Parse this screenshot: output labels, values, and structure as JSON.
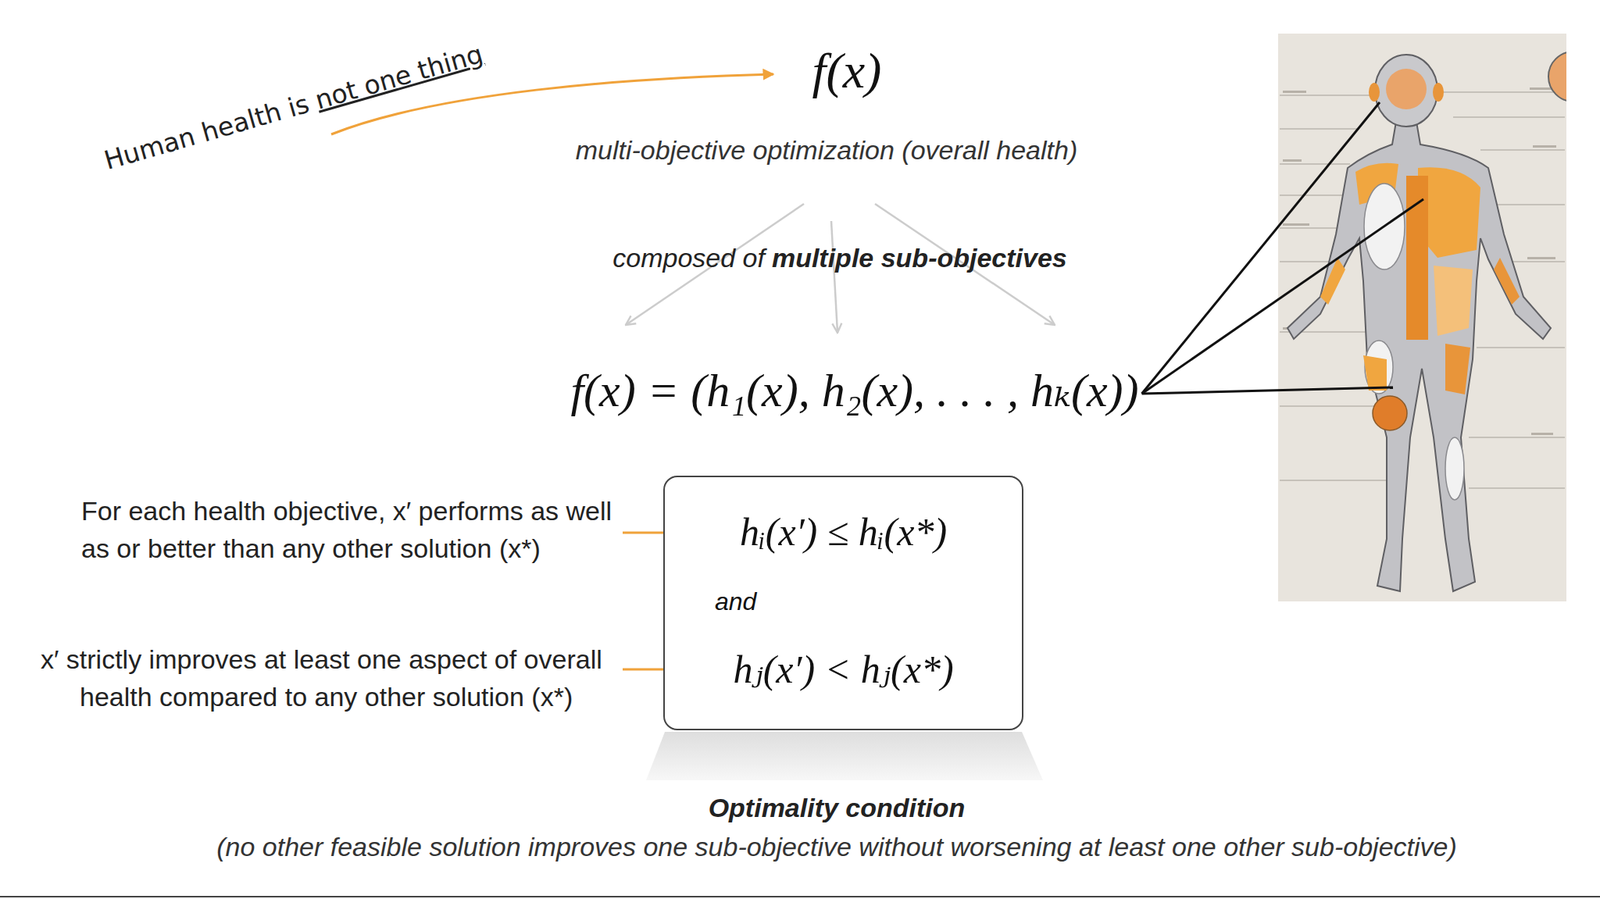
{
  "diagram": {
    "nodes": [
      {
        "text": [
          "hᵢ(x′) ≤ hᵢ(x*)",
          "and",
          "hⱼ(x′) < hⱼ(x*)"
        ]
      }
    ],
    "labels": [
      "Human health is",
      "not one thing",
      "f(x)",
      "multi-objective optimization (overall health)",
      "composed of",
      "multiple sub-objectives",
      "f(x) = (h₁(x), h₂(x), . . . , hₖ(x))",
      "For each health objective, x′ performs as well as or better than any other solution (x*)",
      "x′ strictly improves at least one aspect of overall health compared to any other solution (x*)",
      "Optimality condition",
      "(no other feasible solution improves one sub-objective without worsening at least one other sub-objective)"
    ]
  }
}
